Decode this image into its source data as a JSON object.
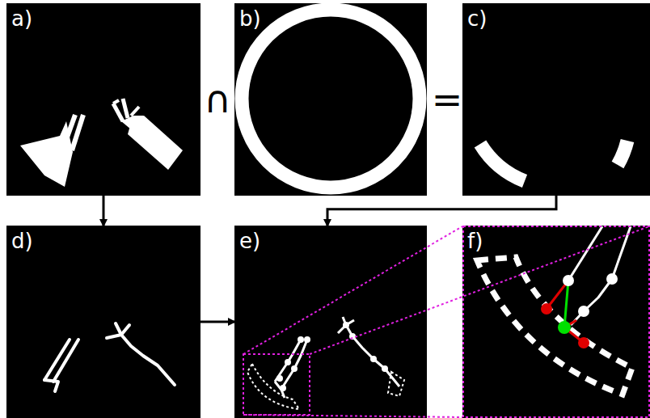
{
  "diagram": {
    "nodes": [
      {
        "text": [
          "a)"
        ]
      },
      {
        "text": [
          "b)"
        ]
      },
      {
        "text": [
          "c)"
        ]
      },
      {
        "text": [
          "d)"
        ]
      },
      {
        "text": [
          "e)"
        ]
      },
      {
        "text": [
          "f)"
        ]
      }
    ],
    "edges": [
      {
        "from": 0,
        "to": 3,
        "arrow": "to"
      },
      {
        "from": 2,
        "to": 4,
        "arrow": "to"
      },
      {
        "from": 3,
        "to": 4,
        "arrow": "to"
      }
    ],
    "labels": [
      "∩",
      "="
    ]
  }
}
